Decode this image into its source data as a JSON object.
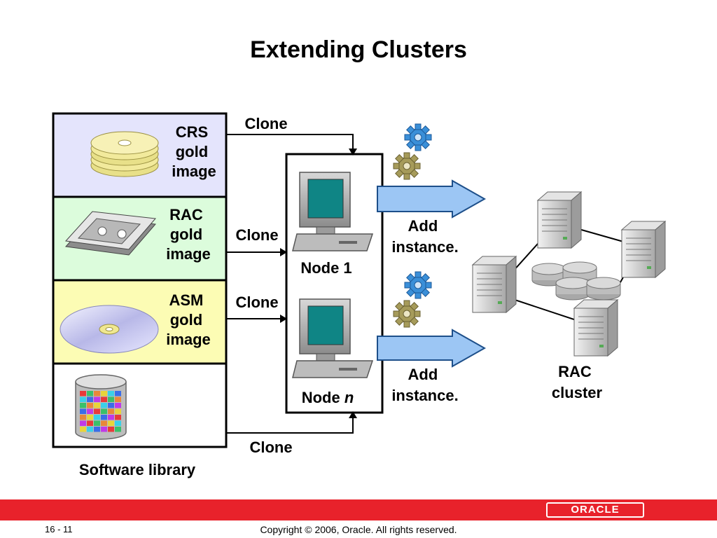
{
  "slide": {
    "title": "Extending Clusters",
    "page_number": "16 - 11",
    "copyright": "Copyright © 2006, Oracle. All rights reserved.",
    "logo_text": "ORACLE"
  },
  "library": {
    "caption": "Software library",
    "cells": [
      {
        "line1": "CRS",
        "line2": "gold",
        "line3": "image",
        "fill": "#e4e4fc"
      },
      {
        "line1": "RAC",
        "line2": "gold",
        "line3": "image",
        "fill": "#dcfcdc"
      },
      {
        "line1": "ASM",
        "line2": "gold",
        "line3": "image",
        "fill": "#fcfcb4"
      },
      {
        "fill": "#ffffff"
      }
    ]
  },
  "clone_labels": [
    "Clone",
    "Clone",
    "Clone",
    "Clone"
  ],
  "nodes": [
    {
      "label": "Node 1"
    },
    {
      "label_prefix": "Node ",
      "label_italic": "n"
    }
  ],
  "add_instance": [
    {
      "line1": "Add",
      "line2": "instance."
    },
    {
      "line1": "Add",
      "line2": "instance."
    }
  ],
  "cluster": {
    "line1": "RAC",
    "line2": "cluster"
  },
  "colors": {
    "arrow_fill": "#9cc6f4",
    "screen": "#0f8585",
    "footer_red": "#e8222b"
  },
  "icons": [
    "cd-stack-icon",
    "tape-cartridge-icon",
    "optical-disc-icon",
    "database-icon",
    "computer-icon",
    "gears-icon",
    "server-icon",
    "disk-icon"
  ]
}
